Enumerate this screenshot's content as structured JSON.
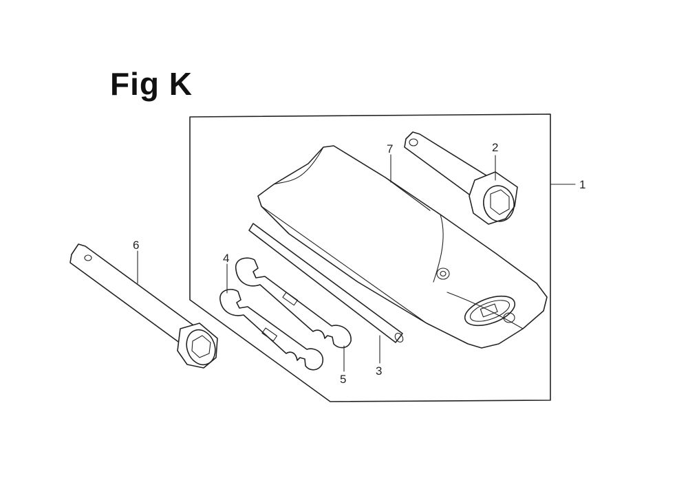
{
  "figure": {
    "title": "Fig K"
  },
  "callouts": {
    "c1": "1",
    "c2": "2",
    "c3": "3",
    "c4": "4",
    "c5": "5",
    "c6": "6",
    "c7": "7"
  }
}
